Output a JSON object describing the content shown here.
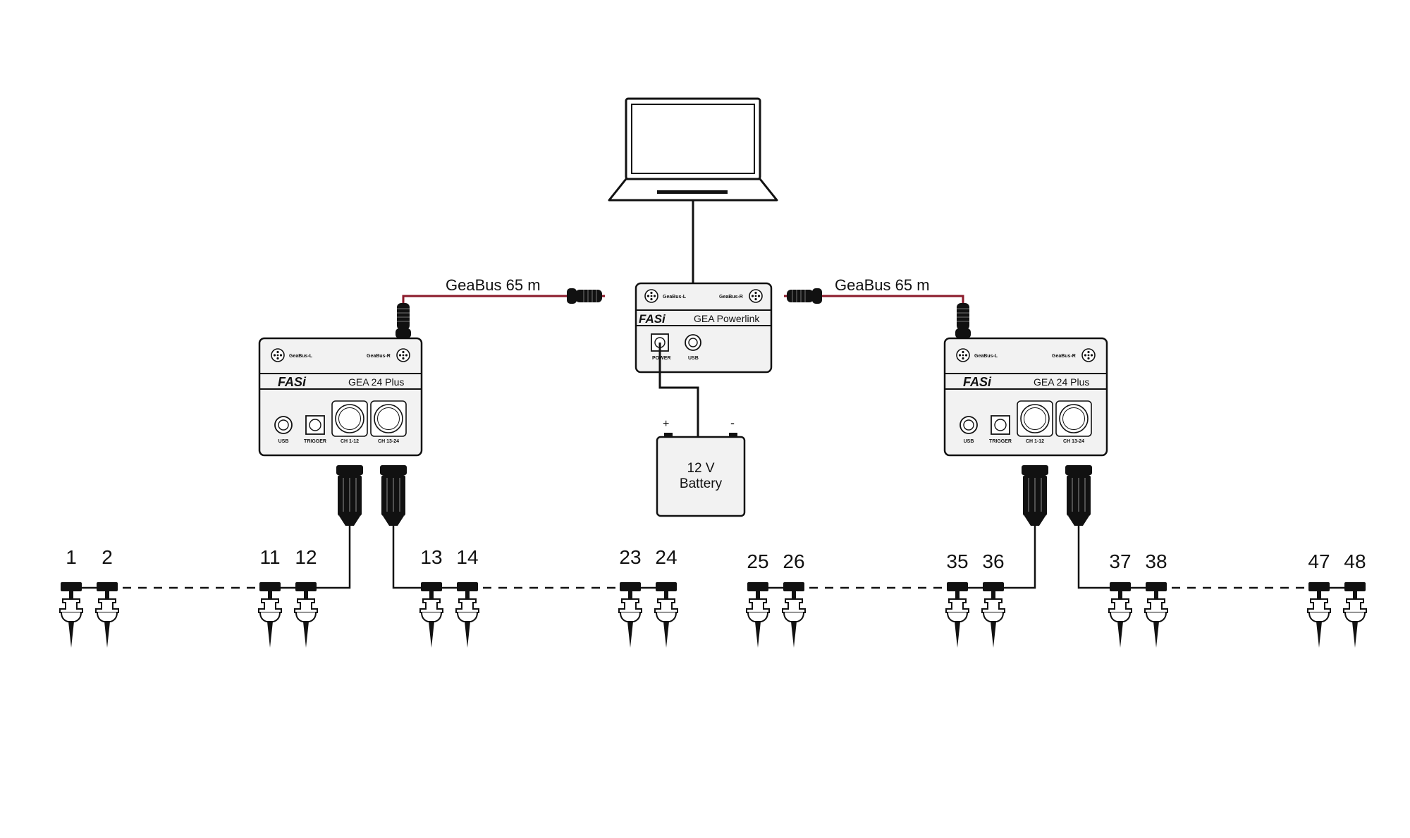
{
  "laptop": {
    "name": "laptop-icon"
  },
  "powerlink": {
    "brand": "FASi",
    "model": "GEA Powerlink",
    "port_left": "GeaBus-L",
    "port_right": "GeaBus-R",
    "power_label": "POWER",
    "usb_label": "USB"
  },
  "battery": {
    "line1": "12 V",
    "line2": "Battery",
    "plus": "+",
    "minus": "-"
  },
  "cables": {
    "left_label": "GeaBus 65 m",
    "right_label": "GeaBus 65 m",
    "cable_color": "#8b1a2a"
  },
  "units": [
    {
      "brand": "FASi",
      "model": "GEA 24 Plus",
      "port_left": "GeaBus-L",
      "port_right": "GeaBus-R",
      "usb": "USB",
      "trigger": "TRIGGER",
      "ch1": "CH 1-12",
      "ch2": "CH 13-24"
    },
    {
      "brand": "FASi",
      "model": "GEA 24 Plus",
      "port_left": "GeaBus-L",
      "port_right": "GeaBus-R",
      "usb": "USB",
      "trigger": "TRIGGER",
      "ch1": "CH 1-12",
      "ch2": "CH 13-24"
    }
  ],
  "geophones": [
    "1",
    "2",
    "11",
    "12",
    "13",
    "14",
    "23",
    "24",
    "25",
    "26",
    "35",
    "36",
    "37",
    "38",
    "47",
    "48"
  ]
}
